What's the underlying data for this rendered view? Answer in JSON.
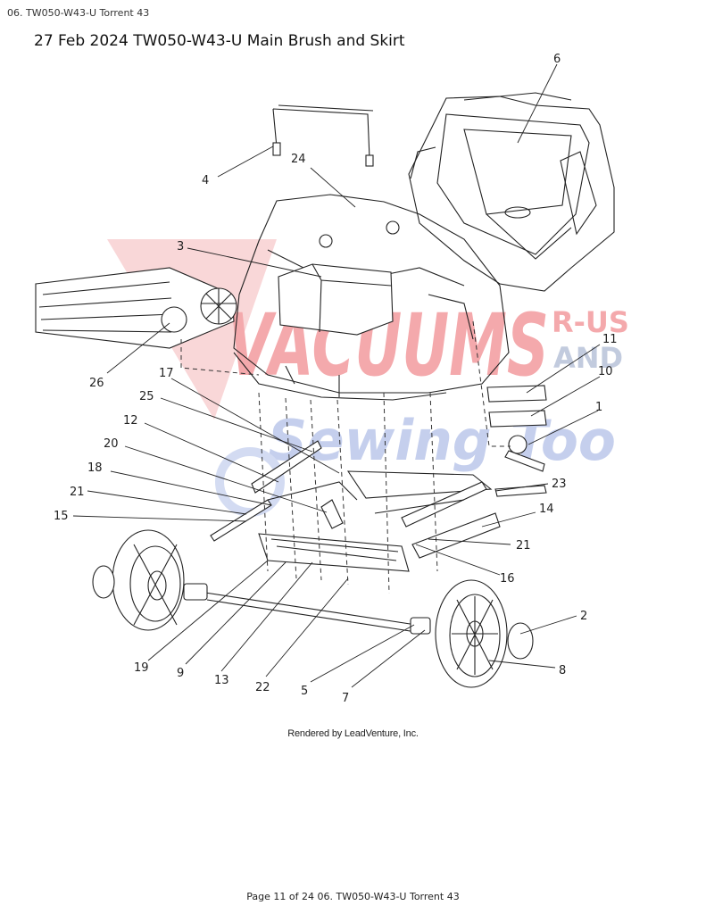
{
  "header": {
    "doc_ref": "06. TW050-W43-U Torrent 43",
    "title": "27 Feb 2024 TW050-W43-U Main Brush and Skirt"
  },
  "watermark": {
    "main": "VACUUMS",
    "side_top": "R-US",
    "side_mid": "AND",
    "script": "Sewing Too",
    "red": "#e8434a",
    "blue": "#4a6fd0"
  },
  "callouts": [
    "6",
    "4",
    "24",
    "3",
    "26",
    "11",
    "10",
    "17",
    "25",
    "1",
    "12",
    "20",
    "18",
    "23",
    "21",
    "14",
    "15",
    "21",
    "16",
    "2",
    "19",
    "9",
    "13",
    "22",
    "5",
    "7",
    "8"
  ],
  "credit": "Rendered by LeadVenture, Inc.",
  "footer": "Page 11 of 24 06. TW050-W43-U Torrent 43"
}
